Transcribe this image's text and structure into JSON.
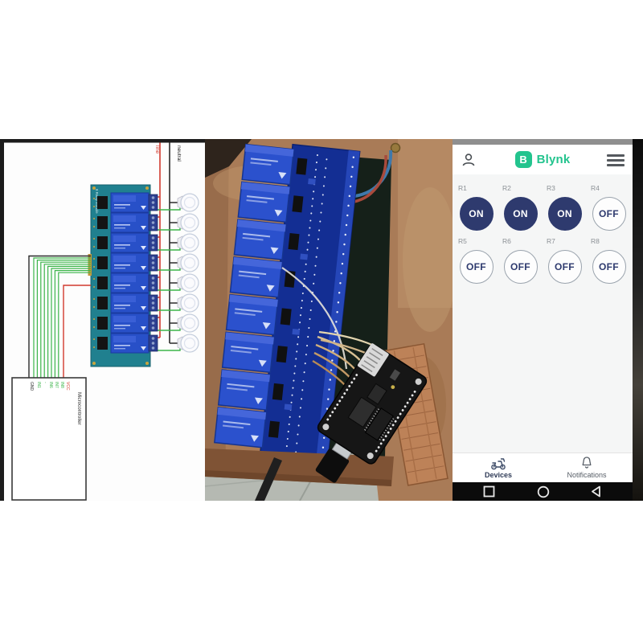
{
  "diagram": {
    "line_label": "line",
    "neutral_label": "neutral",
    "board_label": "8 Relay Module",
    "microcontroller_label": "Microcontroller",
    "pin_labels": [
      "GND",
      "IN1",
      "-",
      "IN6",
      "IN7",
      "IN8",
      "VCC"
    ],
    "colors": {
      "live_wire": "#d23a2e",
      "neutral_wire": "#2a2a2a",
      "signal_wire": "#3cb54a",
      "board": "#20808f",
      "relay": "#2850c8"
    }
  },
  "app": {
    "brand": {
      "letter": "B",
      "name": "Blynk",
      "color": "#23c48e"
    },
    "on_color": "#2e3a6e",
    "switches": [
      {
        "label": "R1",
        "state": "ON",
        "state_class": "on"
      },
      {
        "label": "R2",
        "state": "ON",
        "state_class": "on"
      },
      {
        "label": "R3",
        "state": "ON",
        "state_class": "on"
      },
      {
        "label": "R4",
        "state": "OFF",
        "state_class": "off"
      },
      {
        "label": "R5",
        "state": "OFF",
        "state_class": "off"
      },
      {
        "label": "R6",
        "state": "OFF",
        "state_class": "off"
      },
      {
        "label": "R7",
        "state": "OFF",
        "state_class": "off"
      },
      {
        "label": "R8",
        "state": "OFF",
        "state_class": "off"
      }
    ],
    "tabs": [
      {
        "label": "Devices"
      },
      {
        "label": "Notifications"
      }
    ],
    "nav_icons": [
      "recents-square",
      "home-circle",
      "back-triangle"
    ]
  }
}
